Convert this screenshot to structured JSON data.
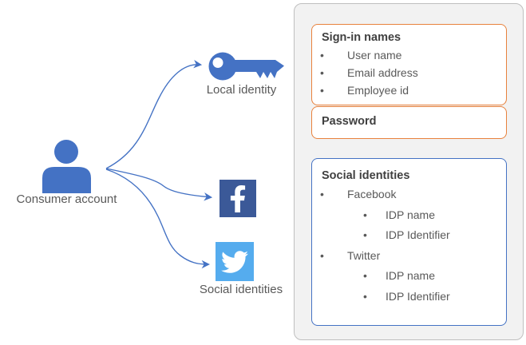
{
  "colors": {
    "accent_blue": "#4472C4",
    "facebook_blue": "#3B5998",
    "twitter_blue": "#55ACEE",
    "orange_border": "#E8823D",
    "panel_background": "#F2F2F2",
    "panel_border": "#BFBFBF",
    "title_text": "#404040",
    "body_text": "#595959"
  },
  "diagram": {
    "consumer_label": "Consumer account",
    "local_identity_label": "Local identity",
    "social_identities_label": "Social identities",
    "icons": [
      "user-icon",
      "key-icon",
      "facebook-icon",
      "twitter-icon"
    ],
    "bullet_char": "•"
  },
  "panel": {
    "signin_box": {
      "title": "Sign-in names",
      "items": [
        "User name",
        "Email address",
        "Employee id"
      ]
    },
    "password_box": {
      "title": "Password"
    },
    "social_box": {
      "title": "Social identities",
      "items": [
        {
          "label": "Facebook",
          "children": [
            "IDP name",
            "IDP Identifier"
          ]
        },
        {
          "label": "Twitter",
          "children": [
            "IDP name",
            "IDP Identifier"
          ]
        }
      ]
    }
  }
}
